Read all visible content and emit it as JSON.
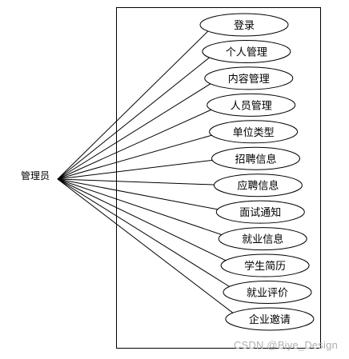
{
  "actor": {
    "label": "管理员"
  },
  "use_cases": [
    {
      "label": "登录"
    },
    {
      "label": "个人管理"
    },
    {
      "label": "内容管理"
    },
    {
      "label": "人员管理"
    },
    {
      "label": "单位类型"
    },
    {
      "label": "招聘信息"
    },
    {
      "label": "应聘信息"
    },
    {
      "label": "面试通知"
    },
    {
      "label": "就业信息"
    },
    {
      "label": "学生简历"
    },
    {
      "label": "就业评价"
    },
    {
      "label": "企业邀请"
    }
  ],
  "watermark": "CSDN @Biye_Design",
  "colors": {
    "stroke": "#000000",
    "background": "#ffffff",
    "watermark": "#b0b0b0"
  }
}
